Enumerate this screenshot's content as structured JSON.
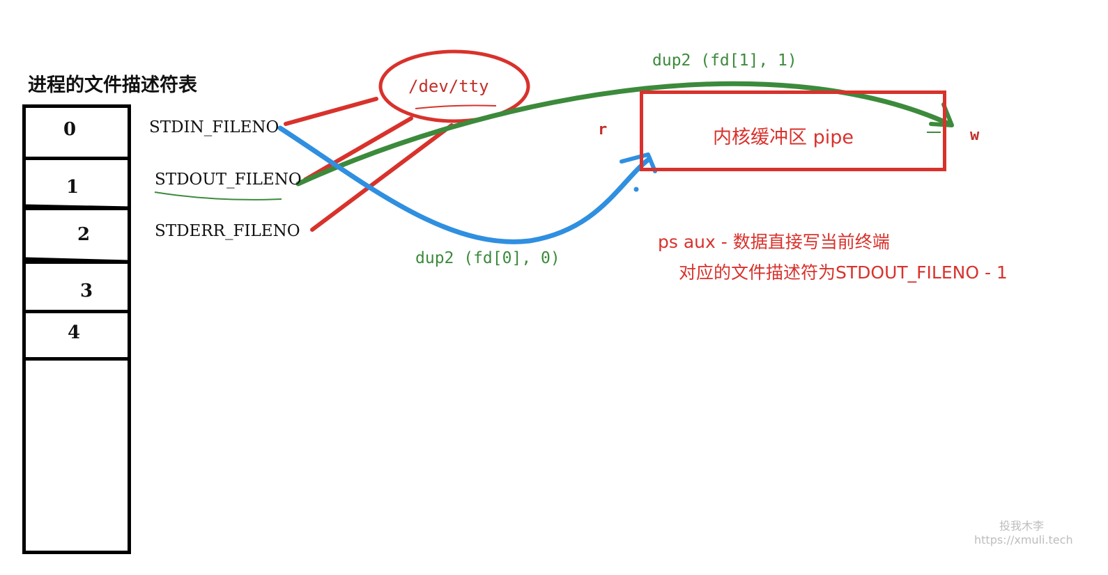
{
  "table": {
    "title": "进程的文件描述符表",
    "rows": [
      "0",
      "1",
      "2",
      "3",
      "4"
    ]
  },
  "descriptors": {
    "stdin": "STDIN_FILENO",
    "stdout": "STDOUT_FILENO",
    "stderr": "STDERR_FILENO"
  },
  "tty": "/dev/tty",
  "pipe": {
    "label": "内核缓冲区 pipe",
    "read_end": "r",
    "write_end": "w"
  },
  "arrows": {
    "stdout_to_pipe": "dup2 (fd[1], 1)",
    "pipe_to_stdin": "dup2 (fd[0], 0)"
  },
  "notes": {
    "line1": "ps aux - 数据直接写当前终端",
    "line2": "对应的文件描述符为STDOUT_FILENO - 1"
  },
  "watermark": {
    "line1": "投我木李",
    "line2": "https://xmuli.tech"
  },
  "colors": {
    "red": "#d8322c",
    "green": "#3c8a3c",
    "blue": "#2f8fe0",
    "black": "#000000"
  }
}
